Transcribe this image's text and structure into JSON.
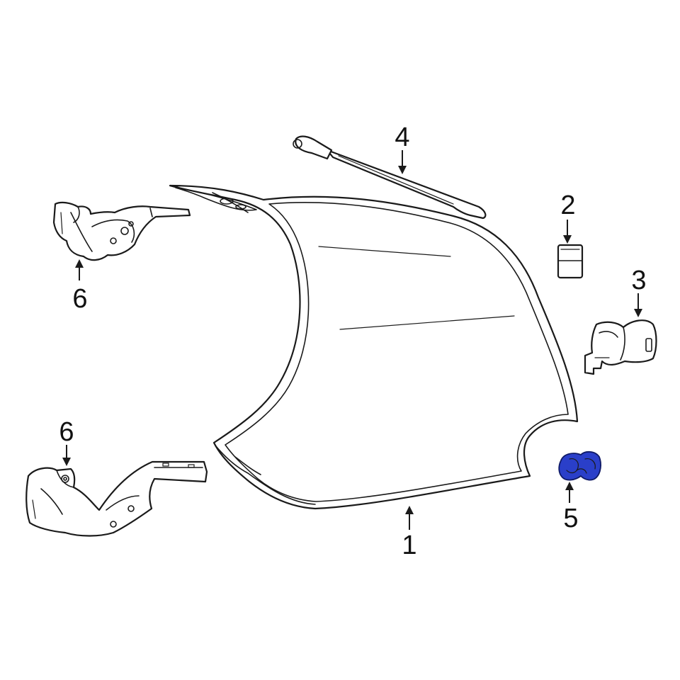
{
  "diagram": {
    "callouts": [
      {
        "id": "callout-1",
        "label": "1",
        "part": "trunk-lid"
      },
      {
        "id": "callout-2",
        "label": "2",
        "part": "bumper-pad"
      },
      {
        "id": "callout-3",
        "label": "3",
        "part": "latch"
      },
      {
        "id": "callout-4",
        "label": "4",
        "part": "lift-support"
      },
      {
        "id": "callout-5",
        "label": "5",
        "part": "weatherstrip-clip"
      },
      {
        "id": "callout-6a",
        "label": "6",
        "part": "hinge-upper"
      },
      {
        "id": "callout-6b",
        "label": "6",
        "part": "hinge-lower"
      }
    ],
    "highlight_color": "#2a3fc9",
    "line_color": "#1a1a1a"
  }
}
